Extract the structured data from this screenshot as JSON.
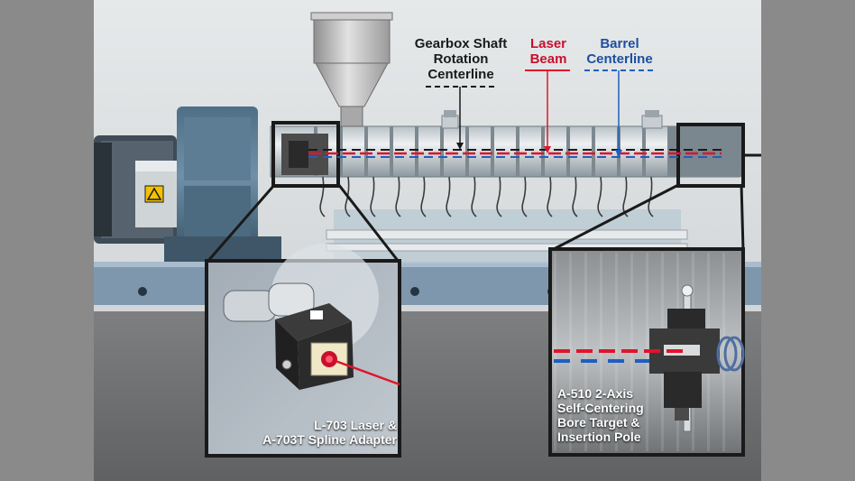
{
  "labels": {
    "gearbox": [
      "Gearbox Shaft",
      "Rotation",
      "Centerline"
    ],
    "laser": [
      "Laser",
      "Beam"
    ],
    "barrel": [
      "Barrel",
      "Centerline"
    ]
  },
  "insets": {
    "left": [
      "L-703 Laser &",
      "A-703T Spline Adapter"
    ],
    "right": [
      "A-510 2-Axis",
      "Self-Centering",
      "Bore Target &",
      "Insertion Pole"
    ]
  },
  "colors": {
    "laser_line": "#e0142b",
    "barrel_line": "#1f5fbf",
    "gearbox_line": "#1a1a1a",
    "caution": "#f2c200"
  }
}
